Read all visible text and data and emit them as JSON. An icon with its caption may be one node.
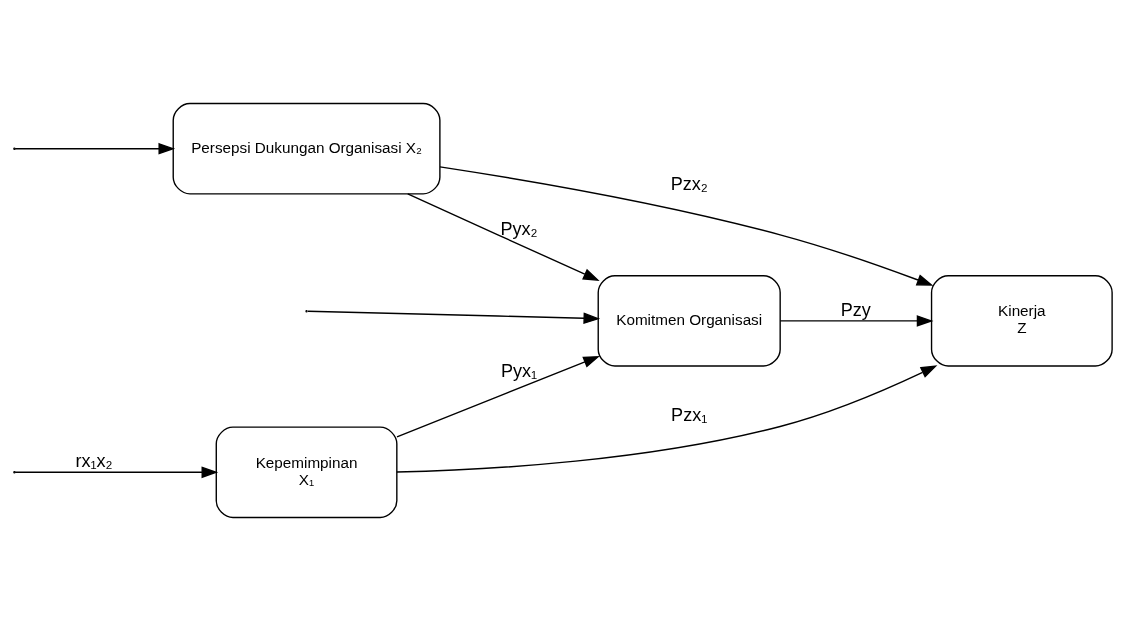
{
  "diagram": {
    "nodes": [
      {
        "text": [
          "Kepemimpinan",
          "X₁"
        ]
      },
      {
        "text": [
          "Komitmen Organisasi"
        ]
      },
      {
        "text": [
          "Kinerja",
          "Z"
        ]
      },
      {
        "text": [
          "Persepsi Dukungan Organisasi X₂"
        ]
      }
    ],
    "edges": [
      {
        "from": null,
        "to": 0,
        "arrow": "to",
        "label": "rx₁x₂"
      },
      {
        "from": null,
        "to": 3,
        "arrow": "to"
      },
      {
        "from": 0,
        "to": 2,
        "arrow": "to",
        "label": "Pzx₁"
      },
      {
        "from": 0,
        "to": 1,
        "arrow": "to",
        "label": "Pyx₁"
      },
      {
        "from": null,
        "to": 1,
        "arrow": "to"
      },
      {
        "from": 3,
        "to": 1,
        "arrow": "to",
        "label": "Pyx₂"
      },
      {
        "from": 1,
        "to": 2,
        "arrow": "to",
        "label": "Pzy"
      },
      {
        "from": 3,
        "to": 2,
        "arrow": "to",
        "label": "Pzx₂"
      }
    ]
  }
}
